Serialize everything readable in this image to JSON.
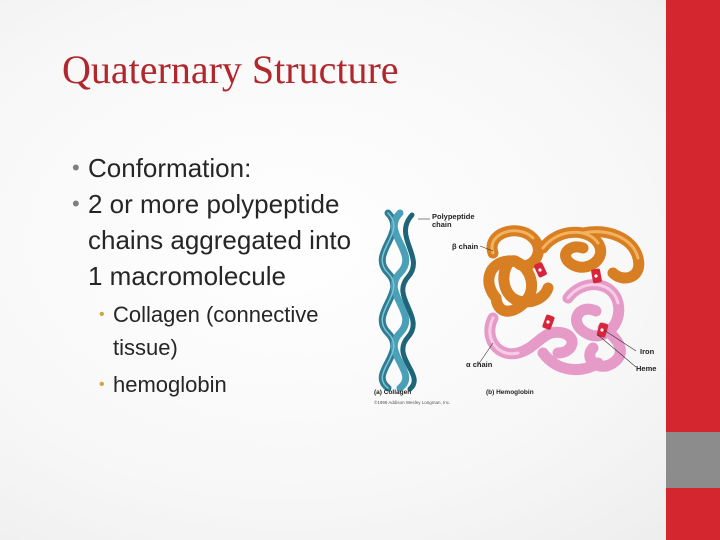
{
  "slide": {
    "title": "Quaternary Structure",
    "bullets": [
      {
        "text": "Conformation:"
      },
      {
        "text": "2 or more polypeptide chains aggregated into 1 macromolecule"
      }
    ],
    "sub_bullets": [
      {
        "text": "Collagen (connective tissue)"
      },
      {
        "text": "hemoglobin"
      }
    ]
  },
  "figure": {
    "labels": {
      "polypeptide_chain": "Polypeptide chain",
      "beta_chain": "β chain",
      "alpha_chain": "α chain",
      "iron": "Iron",
      "heme": "Heme"
    },
    "captions": {
      "collagen": "(a) Collagen",
      "hemoglobin": "(b) Hemoglobin"
    },
    "copyright": "©1999 Addison Wesley Longman, Inc.",
    "colors": {
      "collagen": "#3f8ea3",
      "beta_chain": "#d77f22",
      "alpha_chain": "#e59ac8",
      "heme": "#d8253c",
      "accent_red": "#d3262e",
      "accent_gray": "#8c8c8c"
    }
  }
}
